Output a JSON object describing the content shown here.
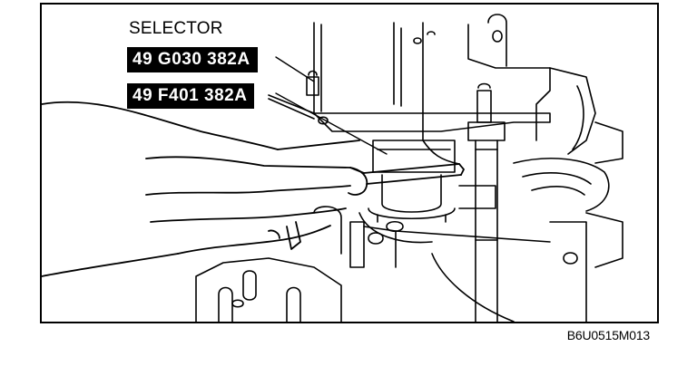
{
  "labels": {
    "part_name": "SELECTOR",
    "tool_1": "49 G030 382A",
    "tool_2": "49 F401 382A"
  },
  "figure_code": "B6U0515M013",
  "colors": {
    "ink": "#000000",
    "paper": "#ffffff"
  }
}
